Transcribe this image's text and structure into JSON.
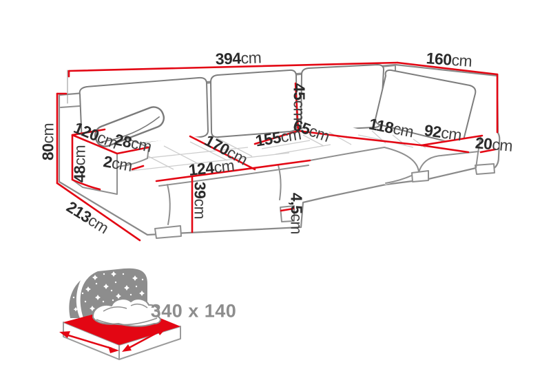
{
  "diagram": {
    "type": "sofa-dimension-diagram",
    "unit_default": "cm",
    "dimensions": {
      "width_total": {
        "num": "394",
        "unit": "cm"
      },
      "depth_right": {
        "num": "160",
        "unit": "cm"
      },
      "height_total": {
        "num": "80",
        "unit": "cm"
      },
      "armrest_length": {
        "num": "120",
        "unit": "cm"
      },
      "armrest_width": {
        "num": "28",
        "unit": "cm"
      },
      "armrest_height": {
        "num": "48",
        "unit": "cm"
      },
      "armrest_gap": {
        "num": "2",
        "unit": "cm"
      },
      "chaise_seat_width": {
        "num": "124",
        "unit": "cm"
      },
      "seat_height": {
        "num": "39",
        "unit": "cm"
      },
      "depth_left": {
        "num": "213",
        "unit": "cm"
      },
      "chaise_seat_depth": {
        "num": "170",
        "unit": "cm"
      },
      "middle_seat_width": {
        "num": "155",
        "unit": "cm"
      },
      "backrest_height": {
        "num": "45",
        "unit": "cm"
      },
      "backrest_depth": {
        "num": "65",
        "unit": "cm"
      },
      "right_seat_width": {
        "num": "118",
        "unit": "cm"
      },
      "right_chaise_width": {
        "num": "92",
        "unit": "cm"
      },
      "right_arm_height": {
        "num": "20",
        "unit": "cm"
      },
      "leg_height": {
        "num": "4,5",
        "unit": "cm"
      }
    },
    "bed_icon": {
      "name": "fold-out-bed-icon",
      "sleeping_area": "340 x 140"
    },
    "colors": {
      "dimension_red": "#e30613",
      "outline_gray": "#8a8a8a",
      "cushion_gray": "#7d7d7d",
      "label_dark": "#2e2e2e",
      "icon_gray": "#8d8d8d",
      "background": "#ffffff"
    }
  }
}
